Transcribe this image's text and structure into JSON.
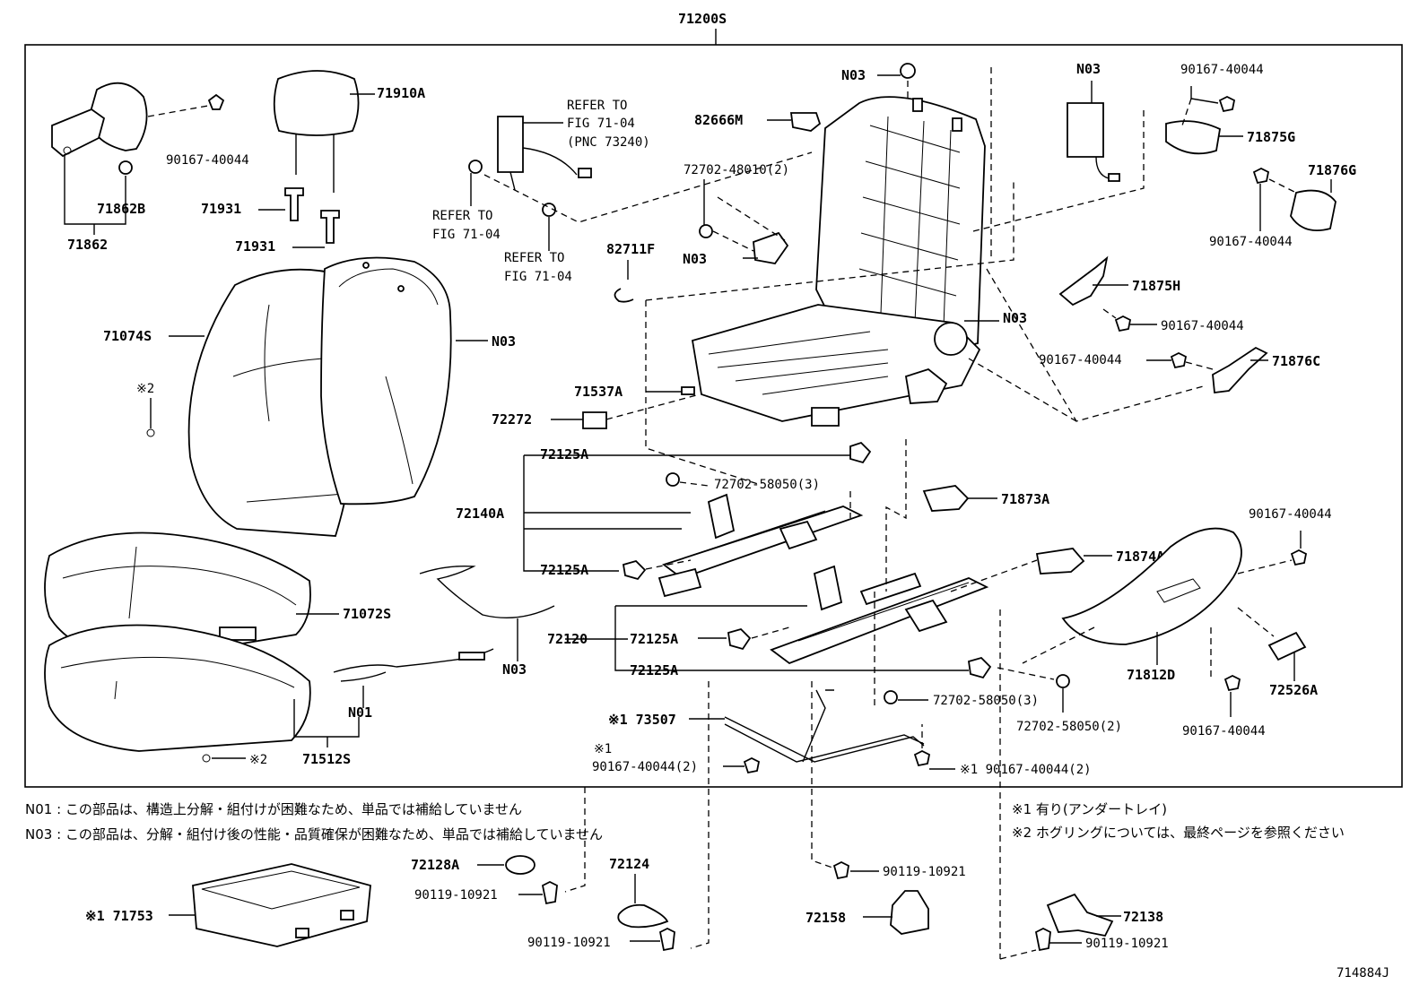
{
  "title_pnc": "71200S",
  "figure_code": "714884J",
  "labels": {
    "p71862": "71862",
    "p71862B": "71862B",
    "p90167_a": "90167-40044",
    "p71910A": "71910A",
    "p71931_a": "71931",
    "p71931_b": "71931",
    "refer_belt_1": "REFER TO",
    "refer_belt_2": "FIG 71-04",
    "refer_belt_3": "(PNC 73240)",
    "refer_b_1": "REFER TO",
    "refer_b_2": "FIG 71-04",
    "refer_c_1": "REFER TO",
    "refer_c_2": "FIG 71-04",
    "p82666M": "82666M",
    "p72702_48010": "72702-48010(2)",
    "n03_top": "N03",
    "n03_frame": "N03",
    "n03_bolt": "N03",
    "n03_cover": "N03",
    "n03_airbag": "N03",
    "n03_wire": "N03",
    "p82711F": "82711F",
    "p71074S": "71074S",
    "mark2_a": "※2",
    "p71537A": "71537A",
    "p72272": "72272",
    "p72125A_1": "72125A",
    "p72702_58050_a": "72702-58050(3)",
    "p72140A": "72140A",
    "p72125A_2": "72125A",
    "p71072S": "71072S",
    "p72120": "72120",
    "p72125A_3": "72125A",
    "p72125A_4": "72125A",
    "n01": "N01",
    "p71512S": "71512S",
    "mark2_b": "※2",
    "p73507": "※1 73507",
    "mark1_c": "※1",
    "p90167_2a": "90167-40044(2)",
    "p90167_2b": "※1 90167-40044(2)",
    "p72702_58050_b": "72702-58050(3)",
    "p72702_58050_c": "72702-58050(2)",
    "p71873A": "71873A",
    "p71874A": "71874A",
    "p71812D": "71812D",
    "p72526A": "72526A",
    "p90167_b": "90167-40044",
    "p90167_c": "90167-40044",
    "p90167_d": "90167-40044",
    "p90167_e": "90167-40044",
    "p90167_f": "90167-40044",
    "p90167_g": "90167-40044",
    "p71875G": "71875G",
    "p71876G": "71876G",
    "p71875H": "71875H",
    "p71876C": "71876C",
    "p72128A": "72128A",
    "p72124": "72124",
    "p90119_a": "90119-10921",
    "p90119_b": "90119-10921",
    "p90119_c": "90119-10921",
    "p90119_d": "90119-10921",
    "p72158": "72158",
    "p72138": "72138",
    "p71753": "※1 71753"
  },
  "notes": {
    "n01": "N01 : この部品は、構造上分解・組付けが困難なため、単品では補給していません",
    "n03": "N03 : この部品は、分解・組付け後の性能・品質確保が困難なため、単品では補給していません",
    "m1": "※1 有り(アンダートレイ)",
    "m2": "※2 ホグリングについては、最終ページを参照ください"
  }
}
